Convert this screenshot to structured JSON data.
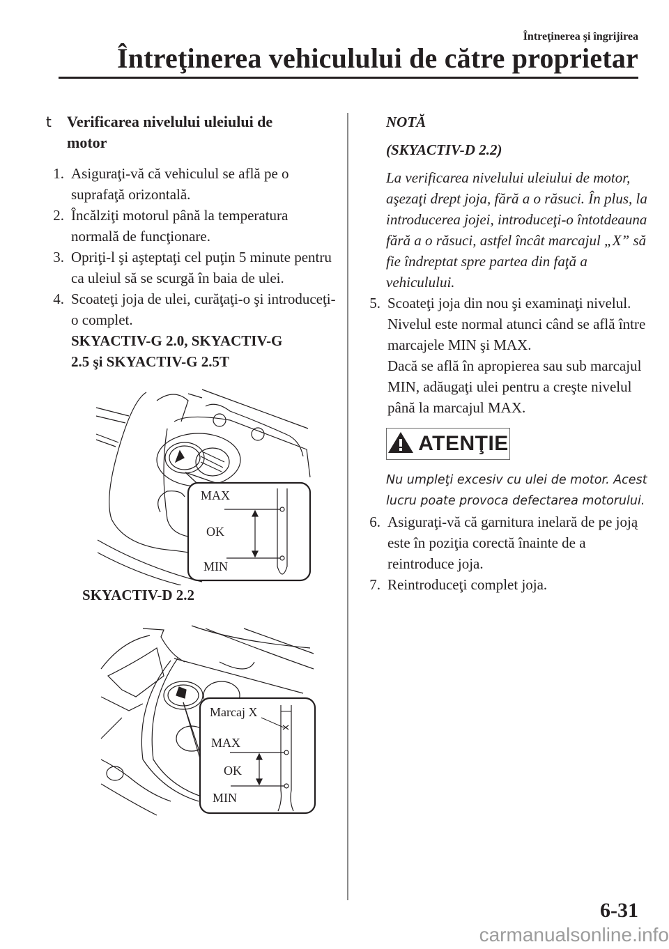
{
  "header": {
    "chapter": "Întreţinerea şi îngrijirea",
    "title": "Întreţinerea vehiculului de către proprietar"
  },
  "section": {
    "bullet_icon": "section-bullet-icon",
    "bullet_glyph": "t",
    "title_line1": "Verificarea nivelului uleiului de",
    "title_line2": "motor"
  },
  "steps": [
    {
      "num": "1.",
      "text": "Asiguraţi-vă că vehiculul se află pe o suprafaţă orizontală."
    },
    {
      "num": "2.",
      "text": "Încălziţi motorul până la temperatura normală de funcţionare."
    },
    {
      "num": "3.",
      "text": "Opriţi-l şi aşteptaţi cel puţin 5 minute pentru ca uleiul să se scurgă în baia de ulei."
    },
    {
      "num": "4.",
      "text": "Scoateţi joja de ulei, curăţaţi-o şi introduceţi-o complet.",
      "sub_line1": "SKYACTIV-G 2.0, SKYACTIV-G",
      "sub_line2": "2.5 şi SKYACTIV-G 2.5T"
    },
    {
      "num": "5.",
      "text": "Scoateţi joja din nou şi examinaţi nivelul.",
      "para2": "Nivelul este normal atunci când se află între marcajele MIN şi MAX.",
      "para3": "Dacă se află în apropierea sau sub marcajul MIN, adăugaţi ulei pentru a creşte nivelul până la marcajul MAX."
    },
    {
      "num": "6.",
      "text": "Asiguraţi-vă că garnitura inelară de pe joją este în poziţia corectă înainte de a reintroduce joja."
    },
    {
      "num": "7.",
      "text": "Reintroduceţi complet joja."
    }
  ],
  "figure1": {
    "engine": "SKYACTIV-G",
    "labels": {
      "max": "MAX",
      "ok": "OK",
      "min": "MIN"
    }
  },
  "figure2": {
    "caption": "SKYACTIV-D 2.2",
    "labels": {
      "mark_x": "Marcaj X",
      "max": "MAX",
      "ok": "OK",
      "min": "MIN"
    }
  },
  "note": {
    "title": "NOTĂ",
    "subtitle": "(SKYACTIV-D 2.2)",
    "text": "La verificarea nivelului uleiului de motor, aşezaţi drept joja, fără a o răsuci. În plus, la introducerea jojei, introduceţi-o întotdeauna fără a o răsuci, astfel încât marcajul „X” să fie îndreptat spre partea din faţă a vehiculului."
  },
  "caution": {
    "icon": "warning-triangle-icon",
    "label": "ATENŢIE",
    "text": "Nu umpleţi excesiv cu ulei de motor. Acest lucru poate provoca defectarea motorului."
  },
  "footer": {
    "page_number": "6-31",
    "watermark": "carmanualsonline.info"
  }
}
